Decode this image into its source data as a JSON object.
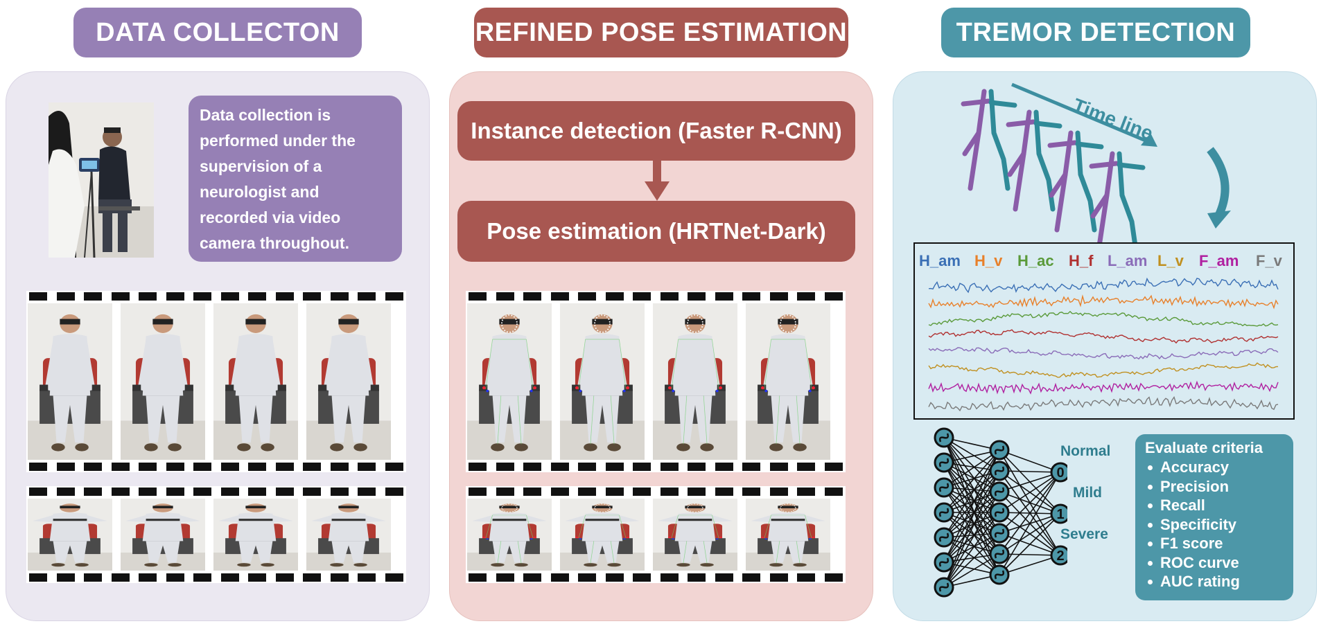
{
  "headers": {
    "data_collection": "DATA COLLECTON",
    "pose_estimation": "REFINED POSE ESTIMATION",
    "tremor_detection": "TREMOR DETECTION"
  },
  "colors": {
    "purple": "#9680b5",
    "red": "#a85751",
    "teal": "#4d97a8",
    "panel_purple": "#ebe8f1",
    "panel_red": "#f2d5d3",
    "panel_teal": "#d9ebf2"
  },
  "data_collection": {
    "description_lines": [
      "Data collection is",
      "performed under the",
      "supervision of a",
      "neurologist and",
      "recorded via video",
      "camera throughout."
    ]
  },
  "pose_estimation": {
    "step1": "Instance detection (Faster R-CNN)",
    "step2": "Pose estimation (HRTNet-Dark)"
  },
  "tremor_detection": {
    "time_line": "Time line",
    "signals": [
      {
        "name": "H_am",
        "color": "#3a6fb5"
      },
      {
        "name": "H_v",
        "color": "#e8802a"
      },
      {
        "name": "H_ac",
        "color": "#5a9a3a"
      },
      {
        "name": "H_f",
        "color": "#b03030"
      },
      {
        "name": "L_am",
        "color": "#8a6cb8"
      },
      {
        "name": "L_v",
        "color": "#c09020"
      },
      {
        "name": "F_am",
        "color": "#b020a0"
      },
      {
        "name": "F_v",
        "color": "#7a7a7a"
      }
    ],
    "outputs": {
      "normal": "Normal",
      "mild": "Mild",
      "severe": "Severe",
      "node0": "0",
      "node1": "1",
      "node2": "2"
    },
    "criteria": {
      "title": "Evaluate criteria",
      "items": [
        "Accuracy",
        "Precision",
        "Recall",
        "Specificity",
        "F1 score",
        "ROC curve",
        "AUC rating"
      ]
    }
  }
}
